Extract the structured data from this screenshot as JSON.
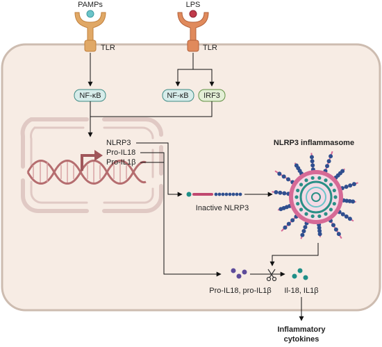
{
  "labels": {
    "pamps": "PAMPs",
    "lps": "LPS",
    "tlr_left": "TLR",
    "tlr_right": "TLR",
    "nfkb_left": "NF-κB",
    "nfkb_right": "NF-κB",
    "irf3": "IRF3",
    "nlrp3_gene": "NLRP3",
    "pro_il18_gene": "Pro-IL18",
    "pro_il1b_gene": "Pro-IL1β",
    "inactive_nlrp3": "Inactive NLRP3",
    "inflammasome_title": "NLRP3 inflammasome",
    "pro_cytokines": "Pro-IL18, pro-IL1β",
    "mature_cytokines": "Il-18, IL1β",
    "inflammatory_line1": "Inflammatory",
    "inflammatory_line2": "cytokines"
  },
  "colors": {
    "cell_fill": "#f7ece4",
    "cell_stroke": "#cdbcb0",
    "nucleus_stroke": "#e0c9c4",
    "receptor_pamps": "#e0a866",
    "receptor_lps": "#e08a5c",
    "nfkb_fill": "#d7ecea",
    "nfkb_stroke": "#3c8a84",
    "irf3_fill": "#e3efd6",
    "irf3_stroke": "#5f8f42",
    "dna": "#b56d6f",
    "nlrp3_protein": "#2f4f8f",
    "inflammasome_ring": "#d66a96",
    "inflammasome_inner": "#2a8f86",
    "pro_cytokine": "#5d4b9a",
    "mature_cytokine": "#1f8f87"
  }
}
